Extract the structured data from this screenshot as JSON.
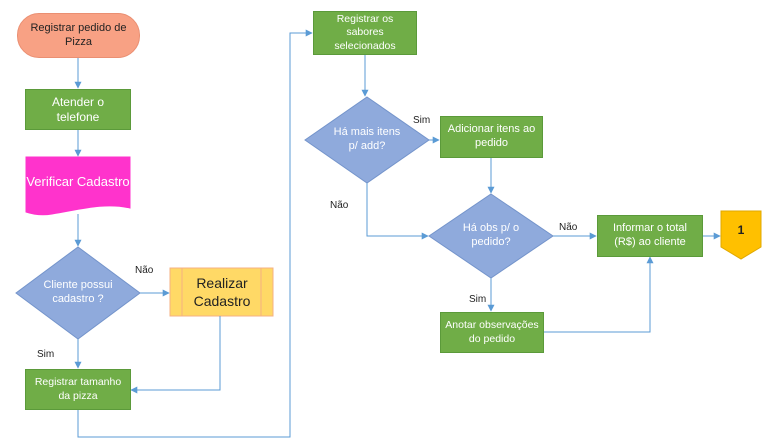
{
  "nodes": {
    "start": "Registrar pedido de Pizza",
    "atender": "Atender o telefone",
    "verificar": "Verificar Cadastro",
    "cliente_possui": "Cliente possui cadastro ?",
    "realizar": "Realizar Cadastro",
    "registrar_tamanho": "Registrar tamanho da pizza",
    "registrar_sabores": "Registrar os sabores selecionados",
    "ha_mais": "Há mais itens p/ add?",
    "adicionar": "Adicionar itens ao pedido",
    "ha_obs": "Há obs p/ o pedido?",
    "anotar": "Anotar observações do pedido",
    "informar": "Informar o total (R$) ao cliente",
    "offpage": "1"
  },
  "labels": {
    "nao_cadastro": "Não",
    "sim_cadastro": "Sim",
    "sim_mais": "Sim",
    "nao_mais": "Não",
    "nao_obs": "Não",
    "sim_obs": "Sim"
  },
  "colors": {
    "process_fill": "#70ad47",
    "decision_fill": "#8faadc",
    "document_fill": "#ff33cc",
    "predefined_fill": "#ffd966",
    "terminator_fill": "#f8a184",
    "offpage_fill": "#ffc000",
    "connector": "#5b9bd5"
  }
}
